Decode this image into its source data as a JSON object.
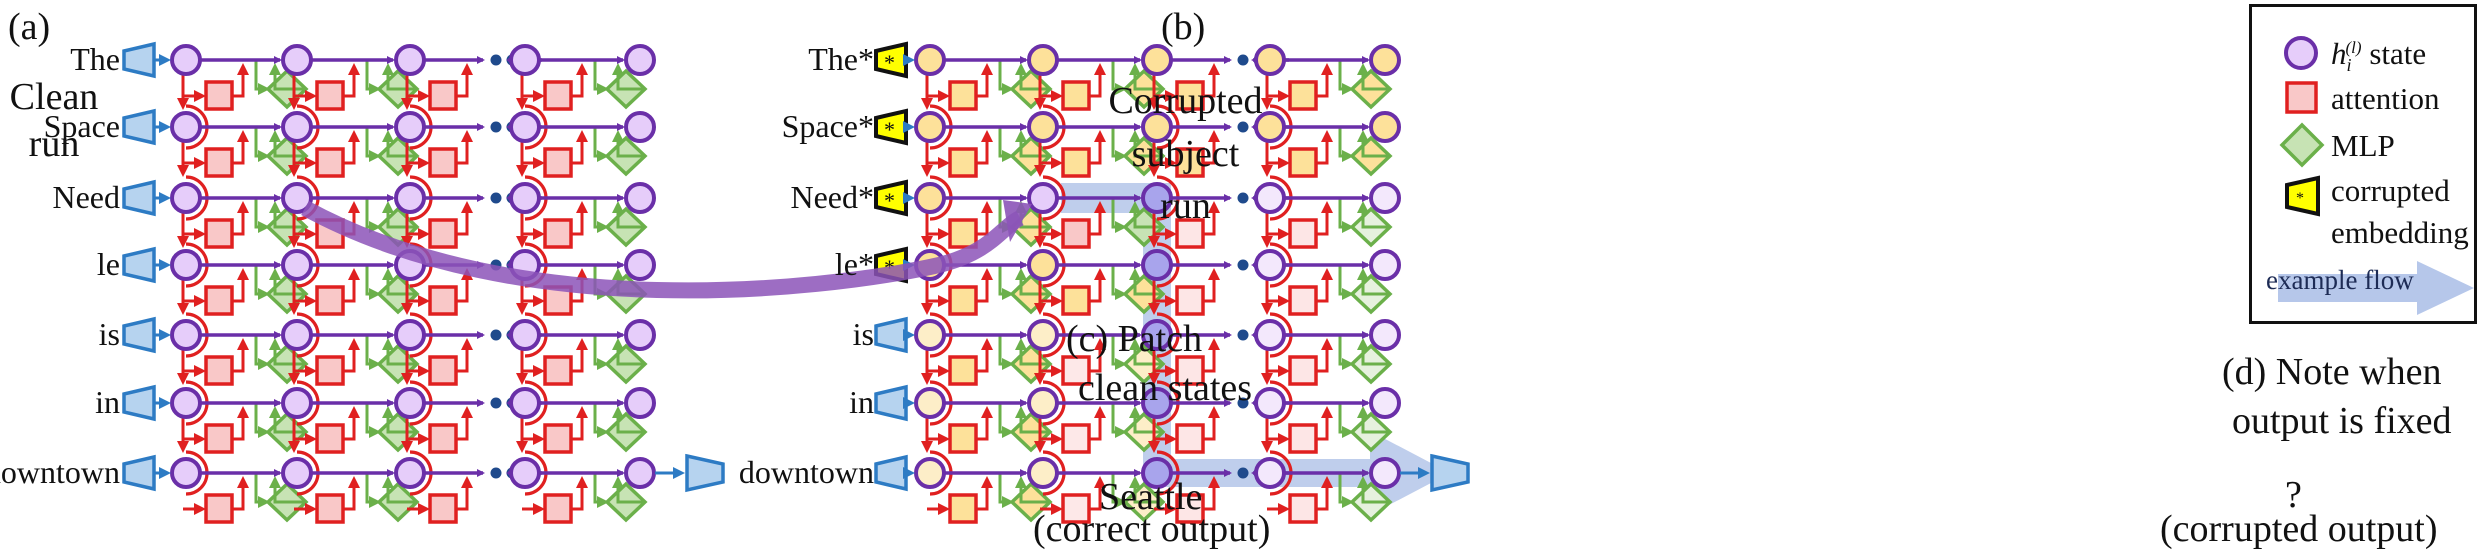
{
  "panels": {
    "a": {
      "tag": "(a)",
      "title_lines": [
        "Clean",
        "run"
      ]
    },
    "b": {
      "tag": "(b)",
      "title_lines": [
        "Corrupted",
        "subject",
        "run"
      ]
    },
    "c": {
      "lines": [
        "(c) Patch",
        "clean states"
      ]
    },
    "d": {
      "lines": [
        "(d) Note when",
        "output is fixed"
      ]
    }
  },
  "clean_run": {
    "tokens": [
      "The",
      "Space",
      "Need",
      "le",
      "is",
      "in",
      "downtown"
    ],
    "output_word": "Seattle",
    "output_caption": "(correct output)",
    "ellipsis": "• • •"
  },
  "corrupted_run": {
    "tokens": [
      "The*",
      "Space*",
      "Need*",
      "le*",
      "is",
      "in",
      "downtown"
    ],
    "corrupted_token_indices": [
      0,
      1,
      2,
      3
    ],
    "output_word": "?",
    "output_caption": "(corrupted output)",
    "embedding_mark": "*",
    "patched_state": {
      "token_index": 2,
      "layer_column": 1
    }
  },
  "legend": {
    "items": [
      {
        "icon": "state-circle-icon",
        "label_main": "h",
        "label_sub": "i",
        "label_sup": "(l)",
        "label_rest": " state"
      },
      {
        "icon": "attention-square-icon",
        "label": "attention"
      },
      {
        "icon": "mlp-diamond-icon",
        "label": "MLP"
      },
      {
        "icon": "corrupted-embedding-icon",
        "label_lines": [
          "corrupted",
          "embedding"
        ]
      },
      {
        "icon": "example-flow-arrow-icon",
        "label": "example flow"
      }
    ]
  },
  "colors": {
    "state_stroke": "#6a2fa8",
    "state_fill_clean": "#e6cdfa",
    "attention_stroke": "#e02020",
    "attention_fill_clean": "#f9c8c8",
    "mlp_stroke": "#6bb04a",
    "mlp_fill_clean": "#c7e3b4",
    "corrupt_fill": "#fde19a",
    "embedding_stroke": "#2d7bc4",
    "embedding_fill": "#b6d3ef",
    "corrupt_embedding_fill": "#ffff00",
    "flow_fill": "#a9bde6",
    "patch_arrow": "#8c54b8",
    "ellipsis_dot": "#1f4a8c",
    "flow_state_fill": "#a8a4ec"
  }
}
